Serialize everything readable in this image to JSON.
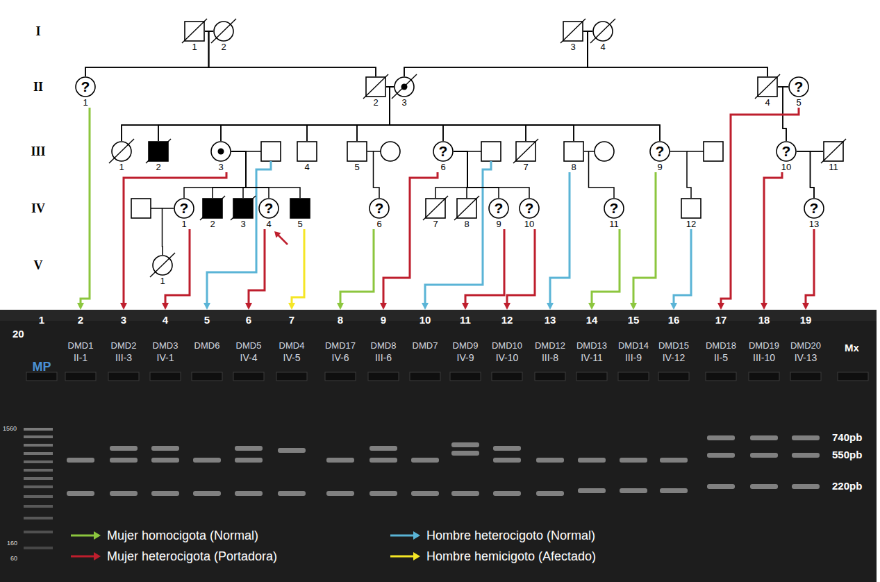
{
  "diagram": {
    "nodes": [
      {
        "text": [
          "1"
        ]
      },
      {
        "text": [
          "2"
        ]
      },
      {
        "text": [
          "3"
        ]
      },
      {
        "text": [
          "4"
        ]
      },
      {
        "text": [
          "?",
          "1"
        ]
      },
      {
        "text": [
          "2"
        ]
      },
      {
        "text": [
          "3"
        ]
      },
      {
        "text": [
          "4"
        ]
      },
      {
        "text": [
          "?",
          "5"
        ]
      },
      {
        "text": [
          "1"
        ]
      },
      {
        "text": [
          "2"
        ]
      },
      {
        "text": [
          "3"
        ]
      },
      {
        "text": [
          "4"
        ]
      },
      {
        "text": [
          "5"
        ]
      },
      {
        "text": [
          "?",
          "6"
        ]
      },
      {
        "text": [
          "7"
        ]
      },
      {
        "text": [
          "8"
        ]
      },
      {
        "text": [
          "?",
          "9"
        ]
      },
      {
        "text": [
          "?",
          "10"
        ]
      },
      {
        "text": [
          "11"
        ]
      },
      {
        "text": [
          "?",
          "1"
        ]
      },
      {
        "text": [
          "2"
        ]
      },
      {
        "text": [
          "3"
        ]
      },
      {
        "text": [
          "?",
          "4"
        ]
      },
      {
        "text": [
          "5"
        ]
      },
      {
        "text": [
          "?",
          "6"
        ]
      },
      {
        "text": [
          "7"
        ]
      },
      {
        "text": [
          "8"
        ]
      },
      {
        "text": [
          "?",
          "9"
        ]
      },
      {
        "text": [
          "?",
          "10"
        ]
      },
      {
        "text": [
          "?",
          "11"
        ]
      },
      {
        "text": [
          "12"
        ]
      },
      {
        "text": [
          "?",
          "13"
        ]
      },
      {
        "text": [
          "1"
        ]
      },
      {
        "text": [
          "1",
          "MP"
        ]
      },
      {
        "text": [
          "2",
          "DMD1",
          "II-1"
        ]
      },
      {
        "text": [
          "3",
          "DMD2",
          "III-3"
        ]
      },
      {
        "text": [
          "4",
          "DMD3",
          "IV-1"
        ]
      },
      {
        "text": [
          "5",
          "DMD6"
        ]
      },
      {
        "text": [
          "6",
          "DMD5",
          "IV-4"
        ]
      },
      {
        "text": [
          "7",
          "DMD4",
          "IV-5"
        ]
      },
      {
        "text": [
          "8",
          "DMD17",
          "IV-6"
        ]
      },
      {
        "text": [
          "9",
          "DMD8",
          "III-6"
        ]
      },
      {
        "text": [
          "10",
          "DMD7"
        ]
      },
      {
        "text": [
          "11",
          "DMD9",
          "IV-9"
        ]
      },
      {
        "text": [
          "12",
          "DMD10",
          "IV-10"
        ]
      },
      {
        "text": [
          "13",
          "DMD12",
          "III-8"
        ]
      },
      {
        "text": [
          "14",
          "DMD13",
          "IV-11"
        ]
      },
      {
        "text": [
          "15",
          "DMD14",
          "III-9"
        ]
      },
      {
        "text": [
          "16",
          "DMD15",
          "IV-12"
        ]
      },
      {
        "text": [
          "17",
          "DMD18",
          "II-5"
        ]
      },
      {
        "text": [
          "18",
          "DMD19",
          "III-10"
        ]
      },
      {
        "text": [
          "19",
          "DMD20",
          "IV-13"
        ]
      }
    ],
    "edges": [
      {
        "from": 0,
        "to": 1,
        "arrow": "none"
      },
      {
        "from": 2,
        "to": 3,
        "arrow": "none"
      },
      {
        "from": 5,
        "to": 6,
        "arrow": "none"
      },
      {
        "from": 7,
        "to": 8,
        "arrow": "none"
      },
      {
        "from": 18,
        "to": 19,
        "arrow": "none"
      },
      {
        "from": 0,
        "to": 4,
        "arrow": "none"
      },
      {
        "from": 1,
        "to": 4,
        "arrow": "none"
      },
      {
        "from": 0,
        "to": 5,
        "arrow": "none"
      },
      {
        "from": 1,
        "to": 5,
        "arrow": "none"
      },
      {
        "from": 2,
        "to": 6,
        "arrow": "none"
      },
      {
        "from": 3,
        "to": 6,
        "arrow": "none"
      },
      {
        "from": 2,
        "to": 7,
        "arrow": "none"
      },
      {
        "from": 3,
        "to": 7,
        "arrow": "none"
      },
      {
        "from": 5,
        "to": 9,
        "arrow": "none"
      },
      {
        "from": 6,
        "to": 9,
        "arrow": "none"
      },
      {
        "from": 5,
        "to": 10,
        "arrow": "none"
      },
      {
        "from": 6,
        "to": 10,
        "arrow": "none"
      },
      {
        "from": 5,
        "to": 11,
        "arrow": "none"
      },
      {
        "from": 6,
        "to": 11,
        "arrow": "none"
      },
      {
        "from": 5,
        "to": 12,
        "arrow": "none"
      },
      {
        "from": 6,
        "to": 12,
        "arrow": "none"
      },
      {
        "from": 5,
        "to": 13,
        "arrow": "none"
      },
      {
        "from": 6,
        "to": 13,
        "arrow": "none"
      },
      {
        "from": 5,
        "to": 14,
        "arrow": "none"
      },
      {
        "from": 6,
        "to": 14,
        "arrow": "none"
      },
      {
        "from": 5,
        "to": 15,
        "arrow": "none"
      },
      {
        "from": 6,
        "to": 15,
        "arrow": "none"
      },
      {
        "from": 5,
        "to": 16,
        "arrow": "none"
      },
      {
        "from": 6,
        "to": 16,
        "arrow": "none"
      },
      {
        "from": 5,
        "to": 17,
        "arrow": "none"
      },
      {
        "from": 6,
        "to": 17,
        "arrow": "none"
      },
      {
        "from": 7,
        "to": 18,
        "arrow": "none"
      },
      {
        "from": 8,
        "to": 18,
        "arrow": "none"
      },
      {
        "from": 11,
        "to": 20,
        "arrow": "none"
      },
      {
        "from": 11,
        "to": 21,
        "arrow": "none"
      },
      {
        "from": 11,
        "to": 22,
        "arrow": "none"
      },
      {
        "from": 11,
        "to": 23,
        "arrow": "none"
      },
      {
        "from": 11,
        "to": 24,
        "arrow": "none"
      },
      {
        "from": 13,
        "to": 25,
        "arrow": "none"
      },
      {
        "from": 14,
        "to": 26,
        "arrow": "none"
      },
      {
        "from": 14,
        "to": 27,
        "arrow": "none"
      },
      {
        "from": 14,
        "to": 28,
        "arrow": "none"
      },
      {
        "from": 14,
        "to": 29,
        "arrow": "none"
      },
      {
        "from": 16,
        "to": 30,
        "arrow": "none"
      },
      {
        "from": 17,
        "to": 31,
        "arrow": "none"
      },
      {
        "from": 18,
        "to": 32,
        "arrow": "none"
      },
      {
        "from": 19,
        "to": 32,
        "arrow": "none"
      },
      {
        "from": 20,
        "to": 33,
        "arrow": "none"
      },
      {
        "from": 4,
        "to": 35,
        "arrow": "to"
      },
      {
        "from": 11,
        "to": 36,
        "arrow": "to"
      },
      {
        "from": 20,
        "to": 37,
        "arrow": "to"
      },
      {
        "from": 23,
        "to": 39,
        "arrow": "to"
      },
      {
        "from": 24,
        "to": 40,
        "arrow": "to"
      },
      {
        "from": 25,
        "to": 41,
        "arrow": "to"
      },
      {
        "from": 14,
        "to": 42,
        "arrow": "to"
      },
      {
        "from": 28,
        "to": 44,
        "arrow": "to"
      },
      {
        "from": 29,
        "to": 45,
        "arrow": "to"
      },
      {
        "from": 16,
        "to": 46,
        "arrow": "to"
      },
      {
        "from": 30,
        "to": 47,
        "arrow": "to"
      },
      {
        "from": 17,
        "to": 48,
        "arrow": "to"
      },
      {
        "from": 31,
        "to": 49,
        "arrow": "to"
      },
      {
        "from": 8,
        "to": 50,
        "arrow": "to"
      },
      {
        "from": 18,
        "to": 51,
        "arrow": "to"
      },
      {
        "from": 32,
        "to": 52,
        "arrow": "to"
      }
    ],
    "labels": [
      "I",
      "II",
      "III",
      "IV",
      "V",
      "20",
      "Mx",
      "740pb",
      "550pb",
      "220pb",
      "1560",
      "160",
      "60"
    ],
    "legend": [
      {
        "text": "Mujer homocigota (Normal)",
        "color": "#8cc63e"
      },
      {
        "text": "Hombre heterocigoto (Normal)",
        "color": "#5ab4d6"
      },
      {
        "text": "Mujer heterocigota (Portadora)",
        "color": "#be1e2d"
      },
      {
        "text": "Hombre hemicigoto (Afectado)",
        "color": "#f5e625"
      }
    ]
  }
}
